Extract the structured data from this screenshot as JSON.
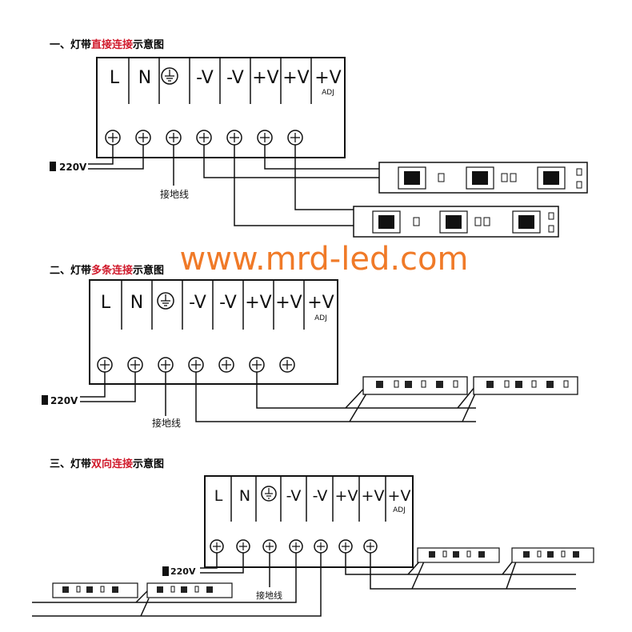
{
  "watermark": "www.mrd-led.com",
  "terminal_labels": [
    "L",
    "N",
    "⏚",
    "-V",
    "-V",
    "+V",
    "+V",
    "+V"
  ],
  "adj_label": "ADJ",
  "voltage_label": "220V",
  "ground_label_1": "接地线",
  "ground_label_2": "接地线",
  "ground_label_3": "接地线",
  "section_1": {
    "prefix": "一、灯带",
    "highlight": "直接连接",
    "suffix": "示意图"
  },
  "section_2": {
    "prefix": "二、灯带",
    "highlight": "多条连接",
    "suffix": "示意图"
  },
  "section_3": {
    "prefix": "三、灯带",
    "highlight": "双向连接",
    "suffix": "示意图"
  },
  "colors": {
    "highlight": "#d0192b",
    "watermark": "#f07a28",
    "line": "#111111"
  }
}
